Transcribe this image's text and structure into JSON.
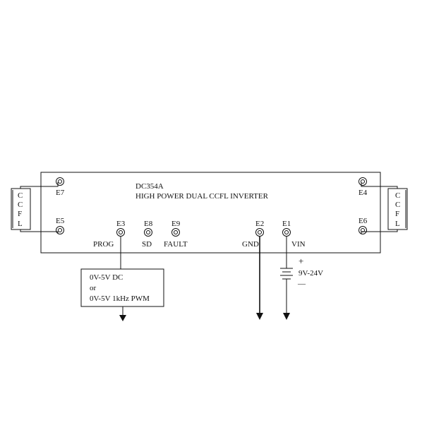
{
  "board": {
    "model": "DC354A",
    "title": "HIGH POWER DUAL CCFL INVERTER"
  },
  "terminals": {
    "e7": "E7",
    "e5": "E5",
    "e4": "E4",
    "e6": "E6",
    "e3": "E3",
    "e8": "E8",
    "e9": "E9",
    "e2": "E2",
    "e1": "E1"
  },
  "signals": {
    "prog": "PROG",
    "sd": "SD",
    "fault": "FAULT",
    "gnd": "GND",
    "vin": "VIN"
  },
  "lamps": {
    "left": [
      "C",
      "C",
      "F",
      "L"
    ],
    "right": [
      "C",
      "C",
      "F",
      "L"
    ]
  },
  "source_box": {
    "line1": "0V-5V DC",
    "line2": "or",
    "line3": "0V-5V 1kHz PWM"
  },
  "supply": {
    "plus": "+",
    "minus": "—",
    "range": "9V-24V"
  }
}
